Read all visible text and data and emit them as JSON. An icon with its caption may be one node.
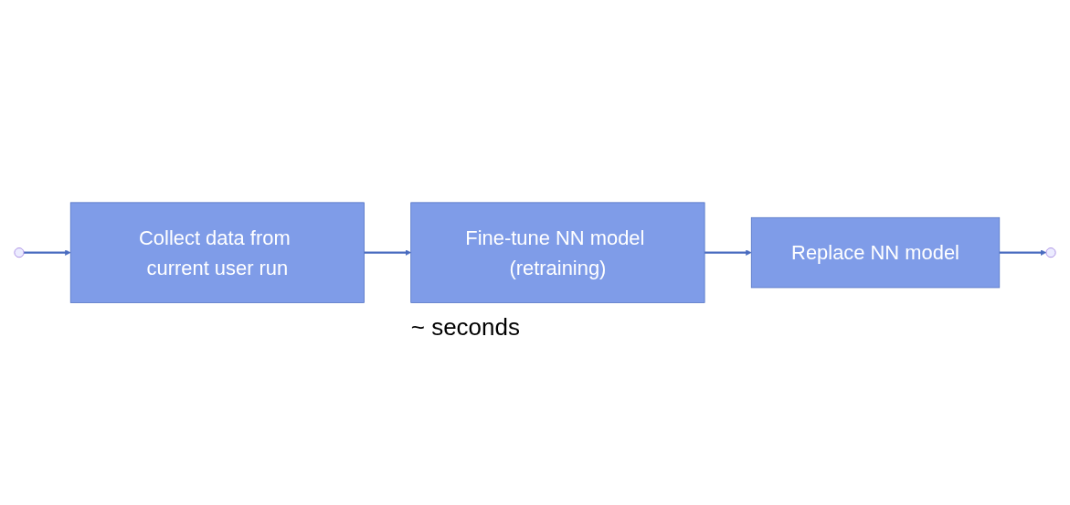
{
  "diagram": {
    "nodes": [
      {
        "text": [
          "Collect data from current user run"
        ]
      },
      {
        "text": [
          "Fine-tune NN model (retraining)"
        ],
        "beside": [
          "~ seconds"
        ]
      },
      {
        "text": [
          "Replace NN model"
        ]
      }
    ],
    "edges": [
      {
        "from": null,
        "to": 0,
        "arrow": "to"
      },
      {
        "from": 0,
        "to": 1,
        "arrow": "to"
      },
      {
        "from": 1,
        "to": 2,
        "arrow": "to"
      },
      {
        "from": 2,
        "to": null,
        "arrow": "to"
      }
    ]
  }
}
